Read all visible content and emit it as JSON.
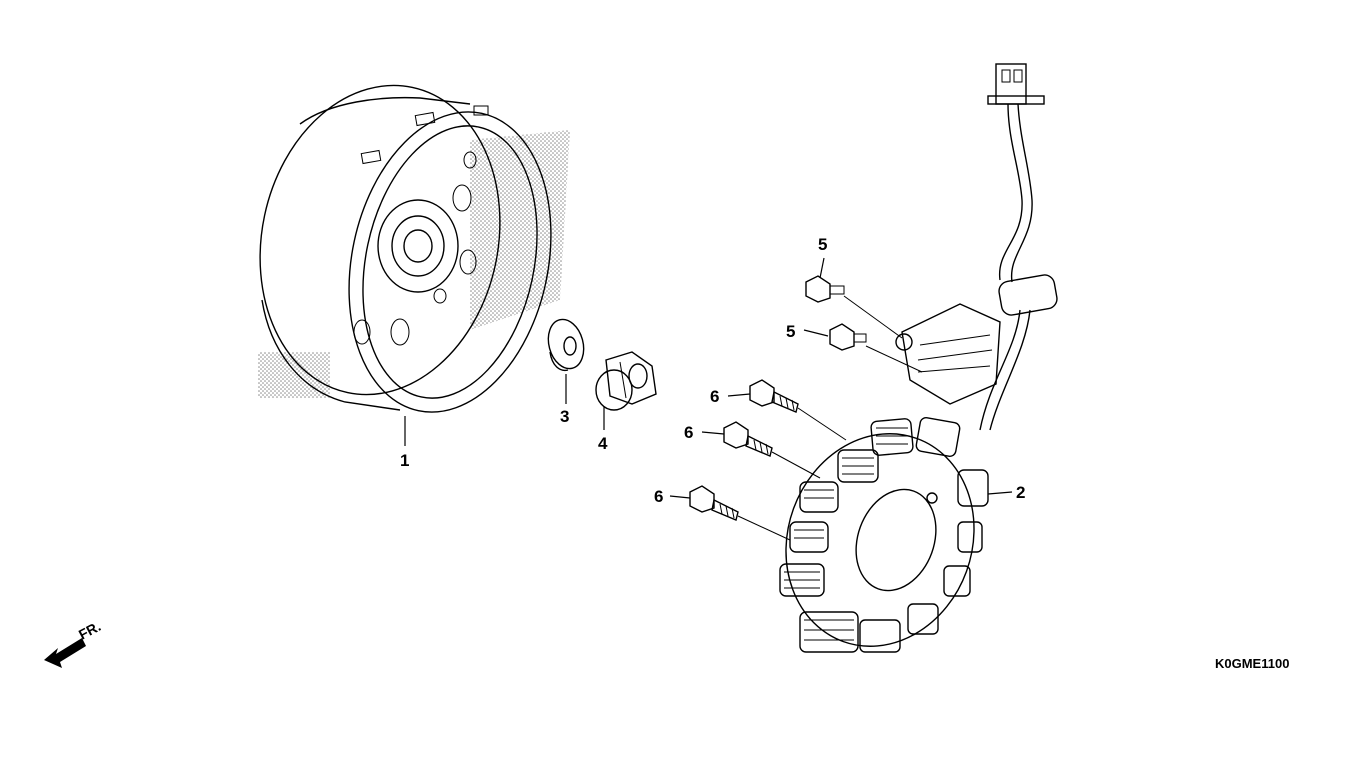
{
  "callouts": [
    {
      "id": "part-1",
      "number": "1"
    },
    {
      "id": "part-2",
      "number": "2"
    },
    {
      "id": "part-3",
      "number": "3"
    },
    {
      "id": "part-4",
      "number": "4"
    },
    {
      "id": "part-5a",
      "number": "5"
    },
    {
      "id": "part-5b",
      "number": "5"
    },
    {
      "id": "part-6a",
      "number": "6"
    },
    {
      "id": "part-6b",
      "number": "6"
    },
    {
      "id": "part-6c",
      "number": "6"
    }
  ],
  "front_indicator": "FR.",
  "diagram_code": "K0GME1100",
  "colors": {
    "line": "#000000",
    "shade": "#9a9a9a",
    "background": "#ffffff"
  }
}
